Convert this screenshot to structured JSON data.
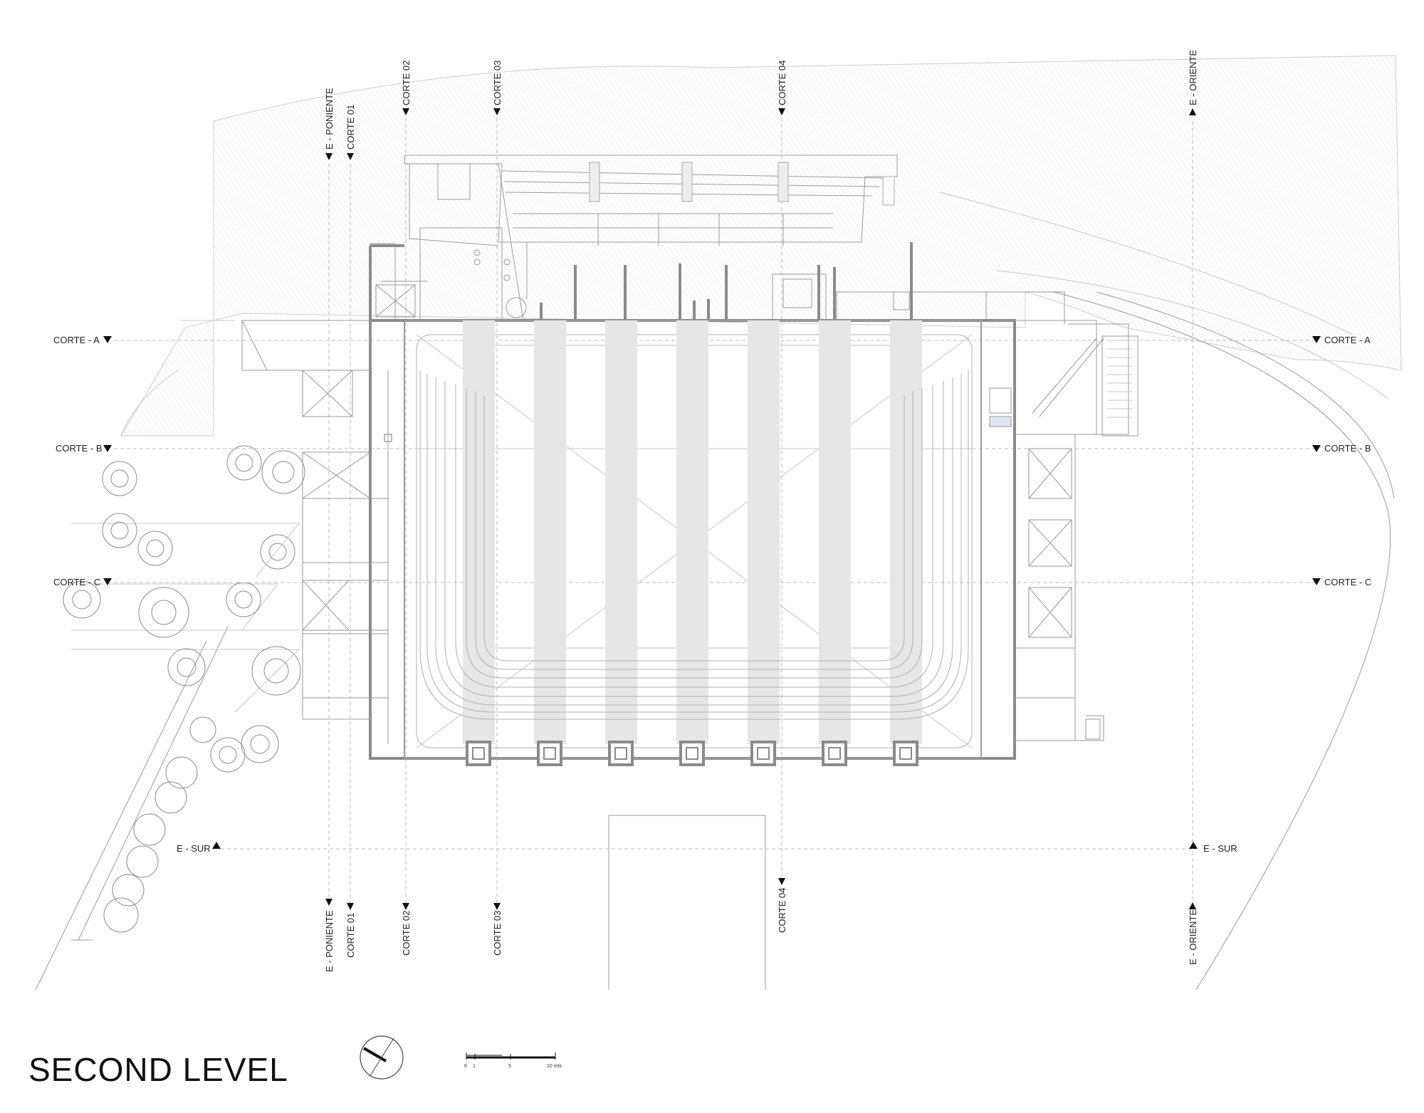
{
  "title": "SECOND LEVEL",
  "section_labels": {
    "corte_a": "CORTE - A",
    "corte_b": "CORTE - B",
    "corte_c": "CORTE - C",
    "corte_01": "CORTE 01",
    "corte_02": "CORTE 02",
    "corte_03": "CORTE 03",
    "corte_04": "CORTE 04",
    "e_poniente": "E - PONIENTE",
    "e_oriente": "E - ORIENTE",
    "e_sur": "E - SUR"
  },
  "scale_bar": {
    "tick_0": "0",
    "tick_1": "1",
    "tick_5": "5",
    "tick_10": "10 mts"
  },
  "colors": {
    "bands": "#e6e6e6",
    "hatch": "#dcdcdc",
    "walls": "#8a8a8a"
  }
}
